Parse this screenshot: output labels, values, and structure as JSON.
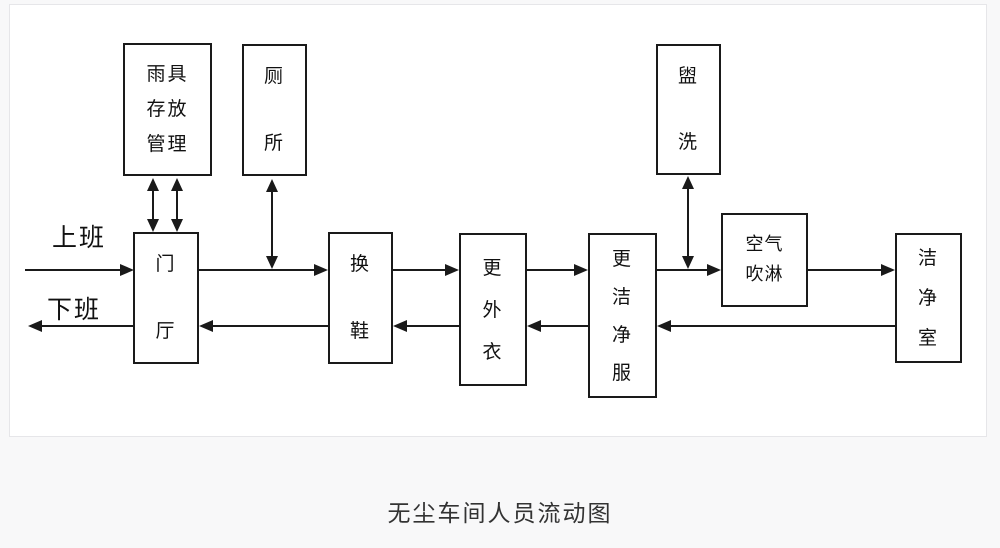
{
  "caption": "无尘车间人员流动图",
  "labels": {
    "clock_in": "上班",
    "clock_out": "下班"
  },
  "nodes": {
    "rain_gear_storage": {
      "lines": [
        "雨具",
        "存放",
        "管理"
      ]
    },
    "toilet": {
      "lines": [
        "厕",
        "所"
      ]
    },
    "washroom": {
      "lines": [
        "盥",
        "洗"
      ]
    },
    "entrance_hall": {
      "lines": [
        "门",
        "厅"
      ]
    },
    "change_shoes": {
      "lines": [
        "换",
        "鞋"
      ]
    },
    "change_outerwear": {
      "lines": [
        "更",
        "外",
        "衣"
      ]
    },
    "change_clean_garment": {
      "lines": [
        "更",
        "洁",
        "净",
        "服"
      ]
    },
    "air_shower": {
      "lines": [
        "空气",
        "吹淋"
      ]
    },
    "clean_room": {
      "lines": [
        "洁",
        "净",
        "室"
      ]
    }
  },
  "colors": {
    "stroke": "#1a1a1a",
    "panel_background": "#ffffff",
    "page_background": "#f8f8f9"
  }
}
